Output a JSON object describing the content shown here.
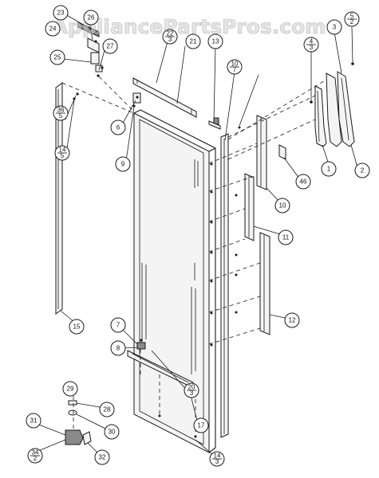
{
  "watermark": "AppliancePartsPros.com",
  "callouts": [
    {
      "id": "c23",
      "text": "23"
    },
    {
      "id": "c24",
      "text": "24"
    },
    {
      "id": "c26",
      "text": "26"
    },
    {
      "id": "c25",
      "text": "25"
    },
    {
      "id": "c27",
      "text": "27"
    },
    {
      "id": "c22",
      "top": "22",
      "bottom": "3"
    },
    {
      "id": "c21",
      "text": "21"
    },
    {
      "id": "c13",
      "text": "13"
    },
    {
      "id": "c10a",
      "top": "10",
      "bottom": "7"
    },
    {
      "id": "c3",
      "text": "3"
    },
    {
      "id": "c5",
      "top": "5",
      "bottom": "2"
    },
    {
      "id": "c4",
      "top": "4",
      "bottom": "3"
    },
    {
      "id": "c36",
      "top": "36",
      "bottom": "5"
    },
    {
      "id": "c6",
      "text": "6"
    },
    {
      "id": "c14a",
      "top": "14",
      "bottom": "5"
    },
    {
      "id": "c9",
      "text": "9"
    },
    {
      "id": "c1",
      "text": "1"
    },
    {
      "id": "c2",
      "text": "2"
    },
    {
      "id": "c46",
      "text": "46"
    },
    {
      "id": "c10",
      "text": "10"
    },
    {
      "id": "c11",
      "text": "11"
    },
    {
      "id": "c12",
      "text": "12"
    },
    {
      "id": "c15",
      "text": "15"
    },
    {
      "id": "c7",
      "text": "7"
    },
    {
      "id": "c8",
      "text": "8"
    },
    {
      "id": "c20",
      "top": "20",
      "bottom": "3"
    },
    {
      "id": "c29",
      "text": "29"
    },
    {
      "id": "c28",
      "text": "28"
    },
    {
      "id": "c17",
      "text": "17"
    },
    {
      "id": "c30",
      "text": "30"
    },
    {
      "id": "c31",
      "text": "31"
    },
    {
      "id": "c34",
      "top": "34",
      "bottom": "2"
    },
    {
      "id": "c32",
      "text": "32"
    },
    {
      "id": "c14b",
      "top": "14",
      "bottom": "3"
    }
  ]
}
